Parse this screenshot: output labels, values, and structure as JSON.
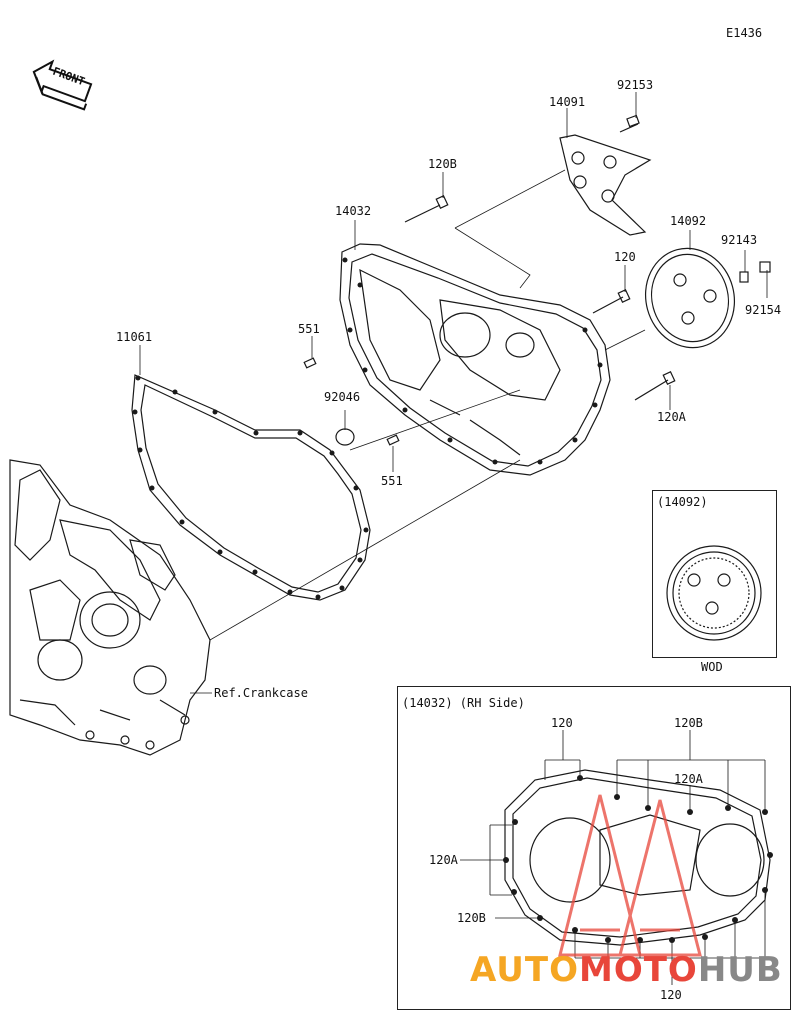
{
  "diagram_code": "E1436",
  "front_badge": "FRONT",
  "callouts": {
    "p92153": "92153",
    "p14091": "14091",
    "p120B_top": "120B",
    "p14032": "14032",
    "p14092": "14092",
    "p92143": "92143",
    "p120_top": "120",
    "p92154": "92154",
    "p11061": "11061",
    "p551_upper": "551",
    "p92046": "92046",
    "p551_lower": "551",
    "p120A": "120A",
    "ref_crankcase": "Ref.Crankcase"
  },
  "inset_cap": {
    "title": "(14092)",
    "note": "WOD"
  },
  "inset_cover": {
    "title": "(14032) (RH Side)",
    "labels": {
      "l120_top": "120",
      "l120B_top": "120B",
      "l120A_mid": "120A",
      "l120A_left": "120A",
      "l120B_left": "120B",
      "l120_bottom": "120"
    }
  },
  "watermark": {
    "part1": "AUTO",
    "part2": "MOTO",
    "part3": "HUB",
    "color1": "#f5a623",
    "color2": "#e8463a",
    "color3": "#888888"
  },
  "colors": {
    "line": "#1a1a1a",
    "watermark_triangle": "#e8463a"
  }
}
